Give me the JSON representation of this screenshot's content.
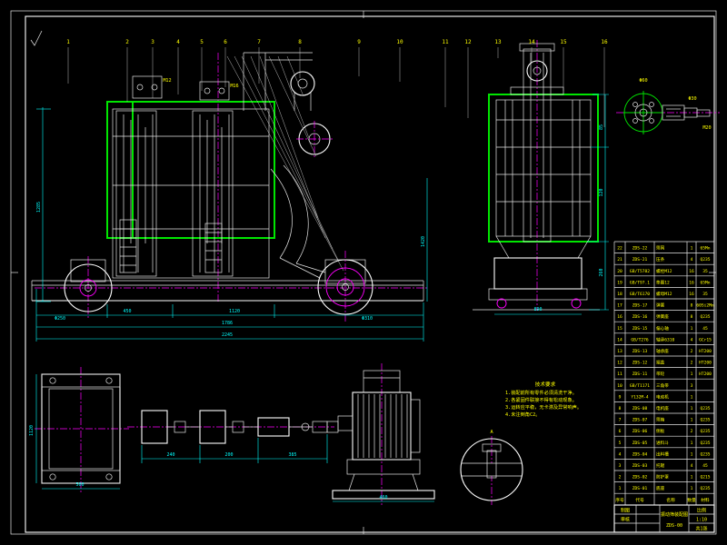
{
  "meta": {
    "background": "#000000",
    "line_white": "#e6e6e6",
    "accent_green": "#00e600",
    "accent_cyan": "#00ffff",
    "accent_yellow": "#ffff00",
    "accent_magenta": "#ff00ff",
    "accent_blue": "#2b50ff"
  },
  "balloons": {
    "values": [
      "1",
      "2",
      "3",
      "4",
      "5",
      "6",
      "7",
      "8",
      "9",
      "10",
      "11",
      "12",
      "13",
      "14",
      "15",
      "16"
    ]
  },
  "dimensions": {
    "values": [
      "1285",
      "450",
      "1120",
      "1786",
      "2245",
      "1420",
      "Φ250",
      "Φ310",
      "85",
      "120",
      "260",
      "890",
      "500",
      "1120",
      "240",
      "200",
      "385",
      "460"
    ]
  },
  "annotations": {
    "values": [
      "M12",
      "M16",
      "Φ60",
      "Φ30",
      "M20",
      "A"
    ]
  },
  "notes": {
    "title": "技术要求",
    "lines": [
      "1.装配前所有零件必须清洗干净。",
      "2.各紧固件联接不得有松动现象。",
      "3.运转应平稳，无卡滞及异常响声。",
      "4.未注倒角C2。"
    ]
  },
  "parts_table": {
    "headers": [
      "序号",
      "代号",
      "名称",
      "数量",
      "材料"
    ],
    "rows": [
      [
        "22",
        "ZDS-22",
        "筛网",
        "1",
        "65Mn"
      ],
      [
        "21",
        "ZDS-21",
        "压条",
        "4",
        "Q235"
      ],
      [
        "20",
        "GB/T5782",
        "螺栓M12",
        "16",
        "35"
      ],
      [
        "19",
        "GB/T97.1",
        "垫圈12",
        "16",
        "65Mn"
      ],
      [
        "18",
        "GB/T6170",
        "螺母M12",
        "16",
        "35"
      ],
      [
        "17",
        "ZDS-17",
        "弹簧",
        "8",
        "60Si2Mn"
      ],
      [
        "16",
        "ZDS-16",
        "弹簧座",
        "8",
        "Q235"
      ],
      [
        "15",
        "ZDS-15",
        "偏心轴",
        "1",
        "45"
      ],
      [
        "14",
        "GB/T276",
        "轴承6310",
        "4",
        "GCr15"
      ],
      [
        "13",
        "ZDS-13",
        "轴承座",
        "2",
        "HT200"
      ],
      [
        "12",
        "ZDS-12",
        "端盖",
        "2",
        "HT200"
      ],
      [
        "11",
        "ZDS-11",
        "带轮",
        "1",
        "HT200"
      ],
      [
        "10",
        "GB/T1171",
        "三角带",
        "3",
        ""
      ],
      [
        "9",
        "Y132M-4",
        "电动机",
        "1",
        ""
      ],
      [
        "8",
        "ZDS-08",
        "电机座",
        "1",
        "Q235"
      ],
      [
        "7",
        "ZDS-07",
        "筛箱",
        "1",
        "Q235"
      ],
      [
        "6",
        "ZDS-06",
        "侧板",
        "2",
        "Q235"
      ],
      [
        "5",
        "ZDS-05",
        "进料斗",
        "1",
        "Q235"
      ],
      [
        "4",
        "ZDS-04",
        "出料槽",
        "1",
        "Q235"
      ],
      [
        "3",
        "ZDS-03",
        "托辊",
        "4",
        "45"
      ],
      [
        "2",
        "ZDS-02",
        "防护罩",
        "1",
        "Q215"
      ],
      [
        "1",
        "ZDS-01",
        "底座",
        "1",
        "Q235"
      ]
    ]
  },
  "title_block": {
    "drawn": "制图",
    "checked": "审核",
    "name": "振动筛装配图",
    "number": "ZDS-00",
    "scale_label": "比例",
    "scale": "1:10",
    "sheet": "共1张"
  }
}
